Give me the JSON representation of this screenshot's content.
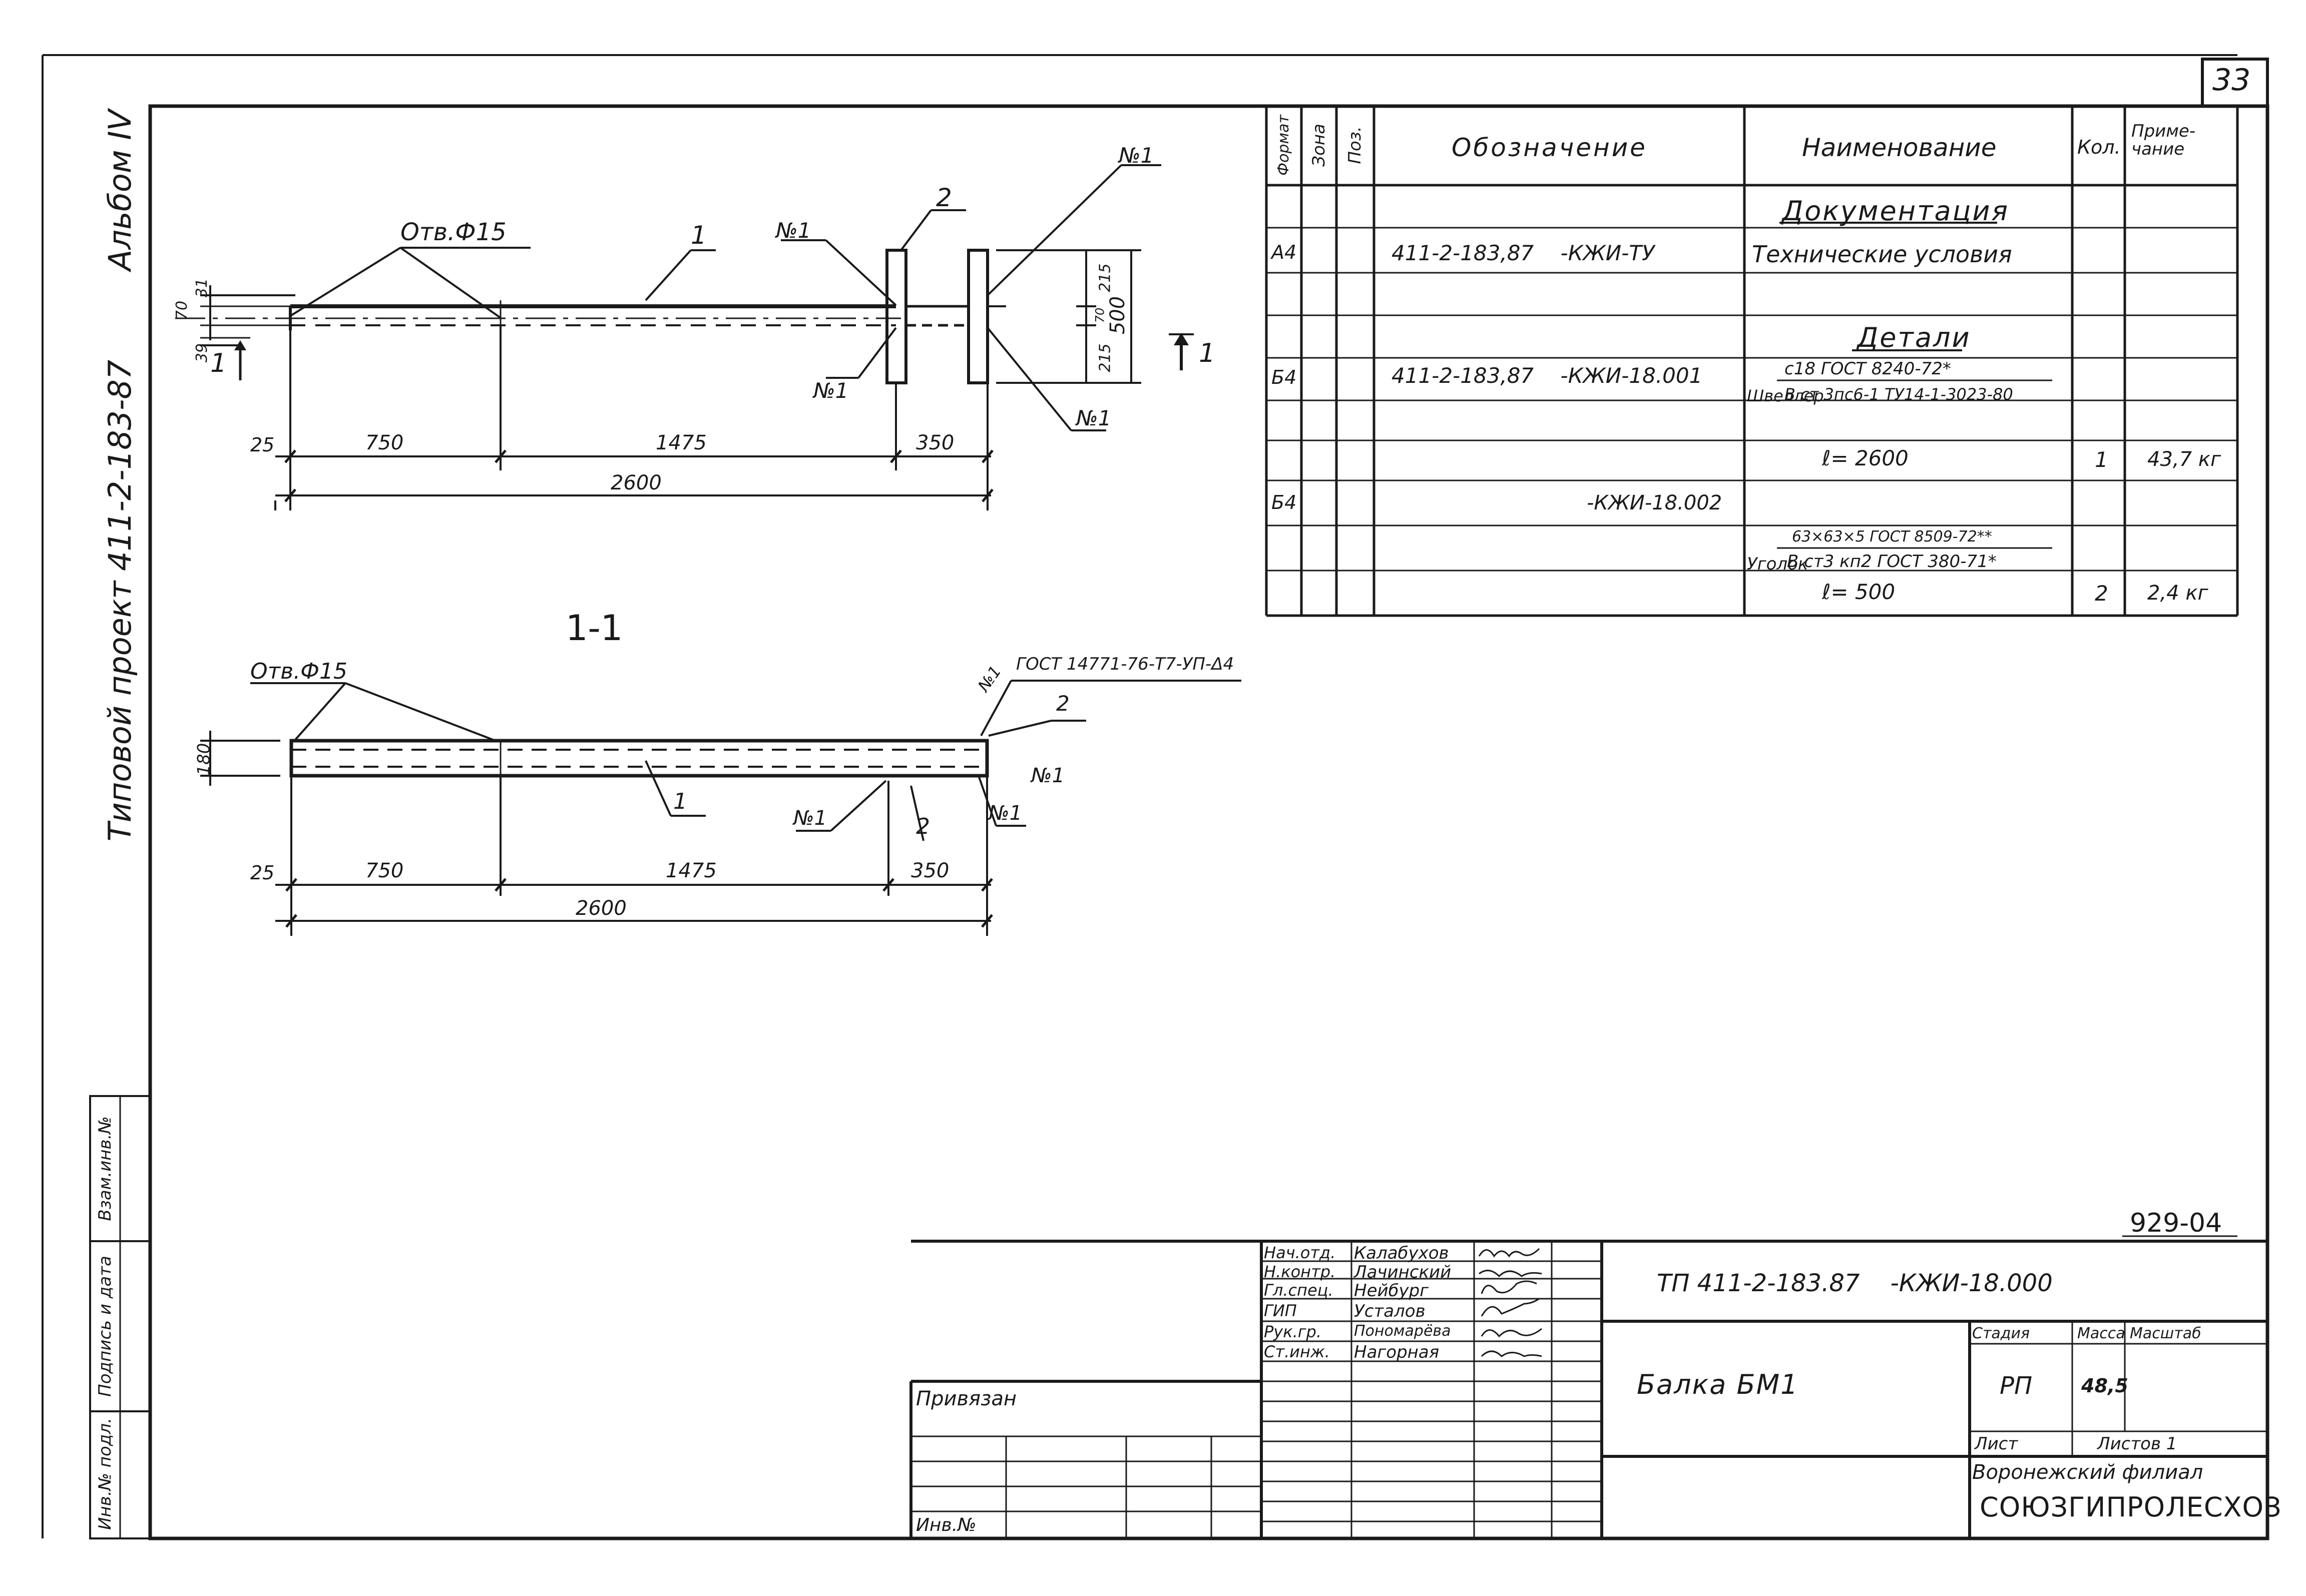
{
  "sheet_number": "33",
  "side_labels": {
    "album": "Альбом IV",
    "project": "Типовой проект  411-2-183-87",
    "vzam": "Взам.инв.№",
    "podpis": "Подпись и дата",
    "inv_podl": "Инв.№ подл."
  },
  "drawing": {
    "hole_label": "Отв.Ф15",
    "pos1": "1",
    "pos2": "2",
    "weld": "№1",
    "section_mark": "1",
    "dims": {
      "d70": "70",
      "d31": "31",
      "d39": "39",
      "d25": "25",
      "d750": "750",
      "d1475": "1475",
      "d350": "350",
      "d2600": "2600",
      "d215a": "215",
      "d70b": "70",
      "d215b": "215",
      "d500": "500"
    }
  },
  "section": {
    "title": "1-1",
    "hole_label": "Отв.Ф15",
    "gost": "ГОСТ 14771-76-Т7-УП-Δ4",
    "d180": "180",
    "d25": "25",
    "d750": "750",
    "d1475": "1475",
    "d350": "350",
    "d2600": "2600"
  },
  "spec": {
    "headers": {
      "format": "Формат",
      "zone": "Зона",
      "pos": "Поз.",
      "designation": "Обозначение",
      "name": "Наименование",
      "qty": "Кол.",
      "note": "Приме-чание"
    },
    "doc_section": "Документация",
    "row_tu": {
      "format": "А4",
      "designation": "411-2-183,87    -КЖИ-ТУ",
      "name": "Технические условия"
    },
    "det_section": "Детали",
    "row_1": {
      "format": "Б4",
      "designation": "411-2-183,87    -КЖИ-18.001",
      "name_a": "Швеллер",
      "name_b": "с18 ГОСТ 8240-72*",
      "name_c": "В ст 3пс6-1 ТУ14-1-3023-80",
      "length": "ℓ= 2600",
      "qty": "1",
      "note": "43,7 кг"
    },
    "row_2": {
      "format": "Б4",
      "designation": "-КЖИ-18.002",
      "name_a": "Уголок",
      "name_b": "63×63×5 ГОСТ 8509-72**",
      "name_c": "В ст3 кп2 ГОСТ 380-71*",
      "length": "ℓ= 500",
      "qty": "2",
      "note": "2,4 кг"
    }
  },
  "stamp": {
    "code_top": "929-04",
    "doc_code": "ТП 411-2-183.87    -КЖИ-18.000",
    "title": "Балка БМ1",
    "privyazan": "Привязан",
    "inv_no": "Инв.№",
    "roles": [
      "Нач.отд.",
      "Н.контр.",
      "Гл.спец.",
      "ГИП",
      "Рук.гр.",
      "Ст.инж."
    ],
    "names": [
      "Калабухов",
      "Лачинский",
      "Нейбург",
      "Усталов",
      "Пономарёва",
      "Нагорная"
    ],
    "stage_h": "Стадия",
    "mass_h": "Масса",
    "scale_h": "Масштаб",
    "stage": "РП",
    "mass": "48,5",
    "sheet_h": "Лист",
    "sheets_h": "Листов 1",
    "org1": "Воронежский филиал",
    "org2": "СОЮЗГИПРОЛЕСХОЗ"
  }
}
